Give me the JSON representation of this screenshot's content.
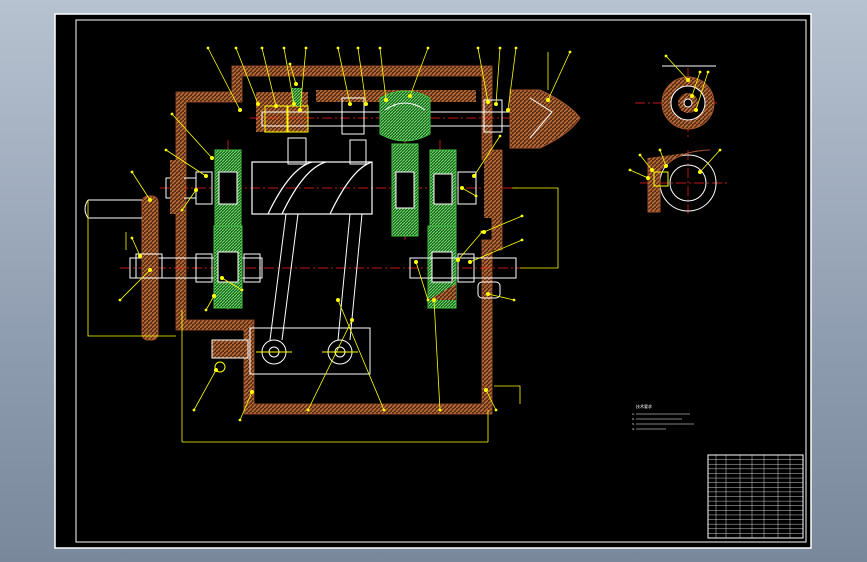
{
  "app": {
    "view": "cad-model-space"
  },
  "colors": {
    "background": "#000000",
    "frame": "#ffffff",
    "housing_hatch": "#a0522d",
    "gear": "#3fbf3f",
    "leader": "#ffff00",
    "centerline": "#ff2020",
    "part": "#ffffff"
  },
  "drawing": {
    "technical_requirements": {
      "heading": "技术要求",
      "items": [
        "1.",
        "2.",
        "3.",
        "4."
      ]
    },
    "title_block": {
      "rows": 18
    },
    "balloons": {
      "count": 42
    },
    "icons": [
      "gear-icon",
      "bearing-icon",
      "cam-icon",
      "crank-icon"
    ]
  }
}
